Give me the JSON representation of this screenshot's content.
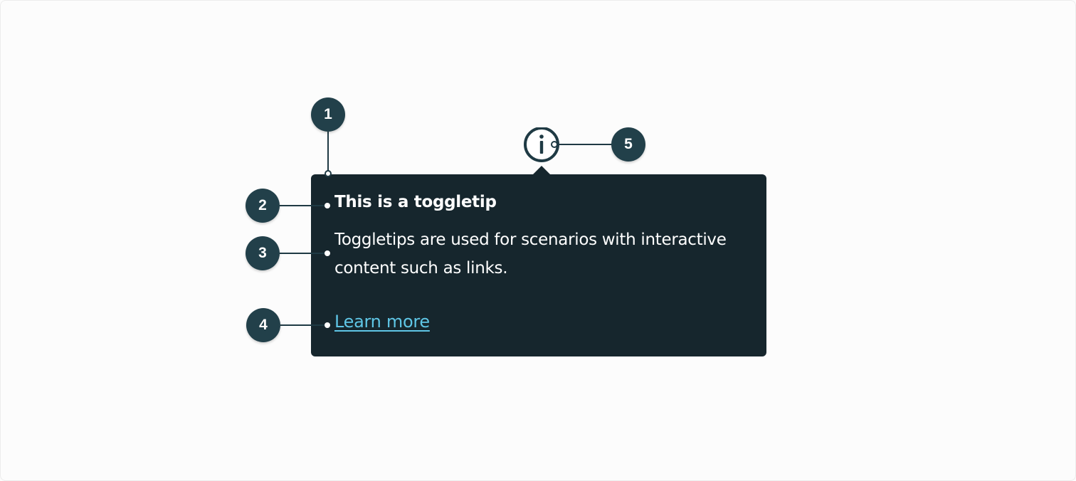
{
  "toggletip": {
    "title": "This is a toggletip",
    "body": "Toggletips are used for scenarios with interactive content such as links.",
    "link_label": "Learn more",
    "trigger_icon": "info-icon"
  },
  "annotations": [
    {
      "label": "1",
      "part": "toggletip-container"
    },
    {
      "label": "2",
      "part": "title"
    },
    {
      "label": "3",
      "part": "body-text"
    },
    {
      "label": "4",
      "part": "link"
    },
    {
      "label": "5",
      "part": "trigger-button"
    }
  ],
  "colors": {
    "background": "#fcfcfc",
    "toggletip_background": "#16262d",
    "badge": "#22404a",
    "link": "#5fc6e6",
    "text": "#ffffff"
  }
}
